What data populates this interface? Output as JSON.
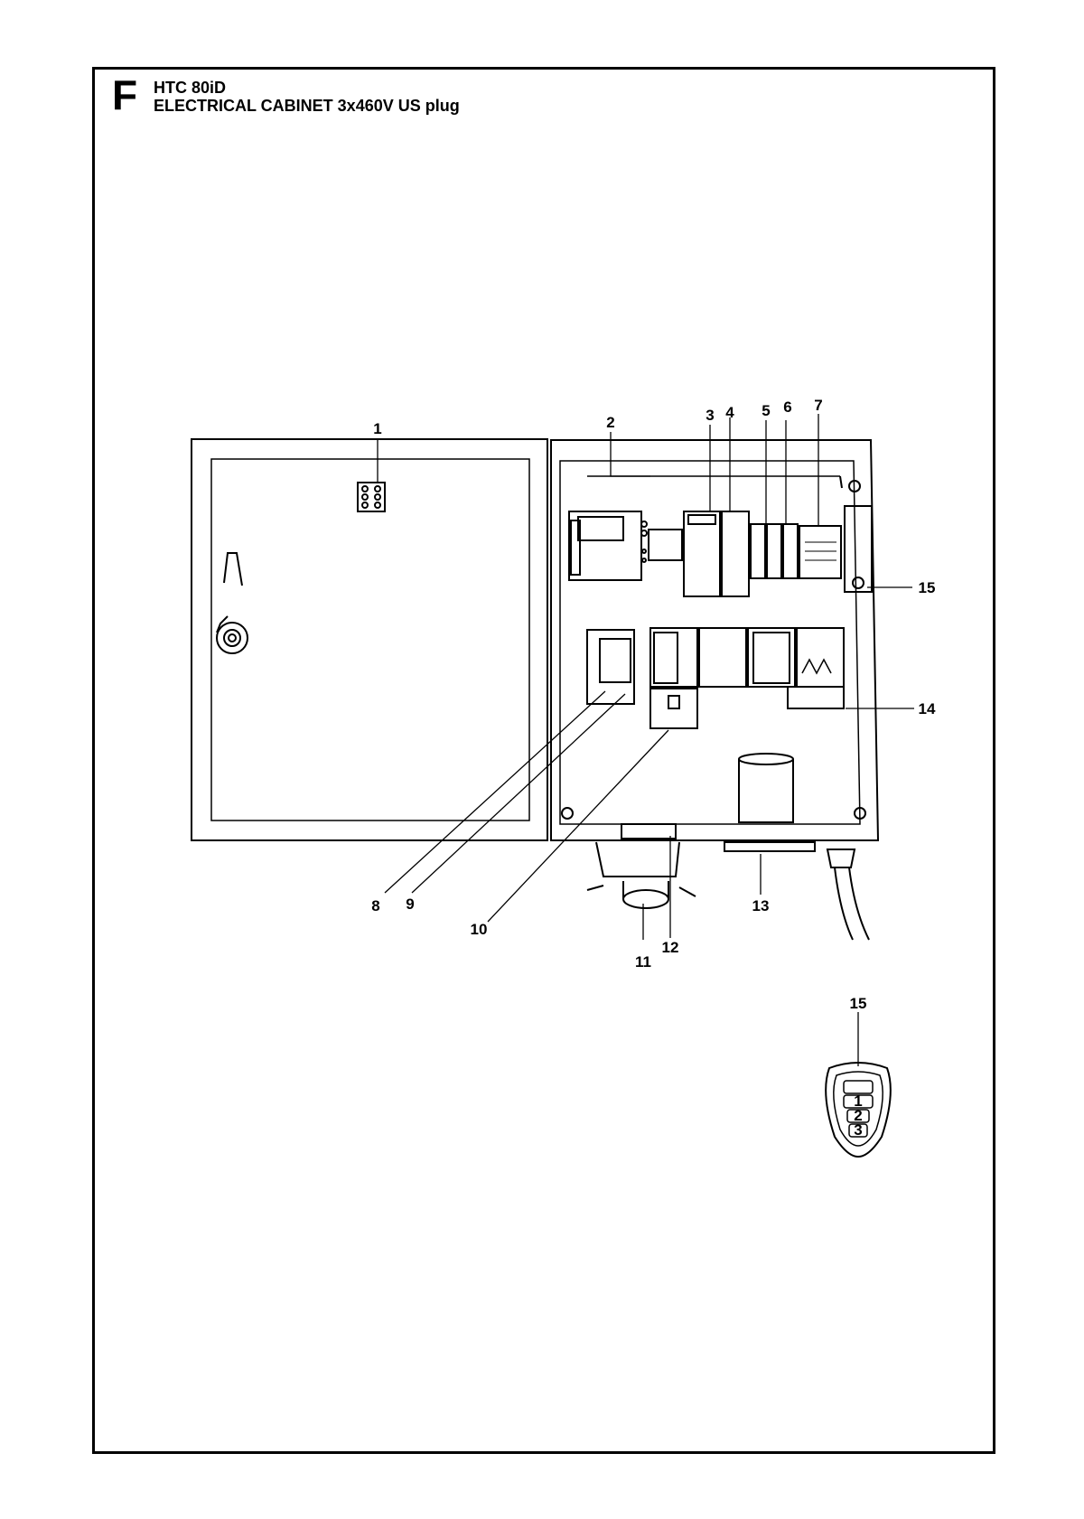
{
  "header": {
    "section_letter": "F",
    "model": "HTC 80iD",
    "subtitle": "ELECTRICAL CABINET 3x460V US plug"
  },
  "callouts": [
    "1",
    "2",
    "3",
    "4",
    "5",
    "6",
    "7",
    "8",
    "9",
    "10",
    "11",
    "12",
    "13",
    "14",
    "15",
    "15"
  ],
  "remote_buttons": [
    "1",
    "2",
    "3"
  ]
}
